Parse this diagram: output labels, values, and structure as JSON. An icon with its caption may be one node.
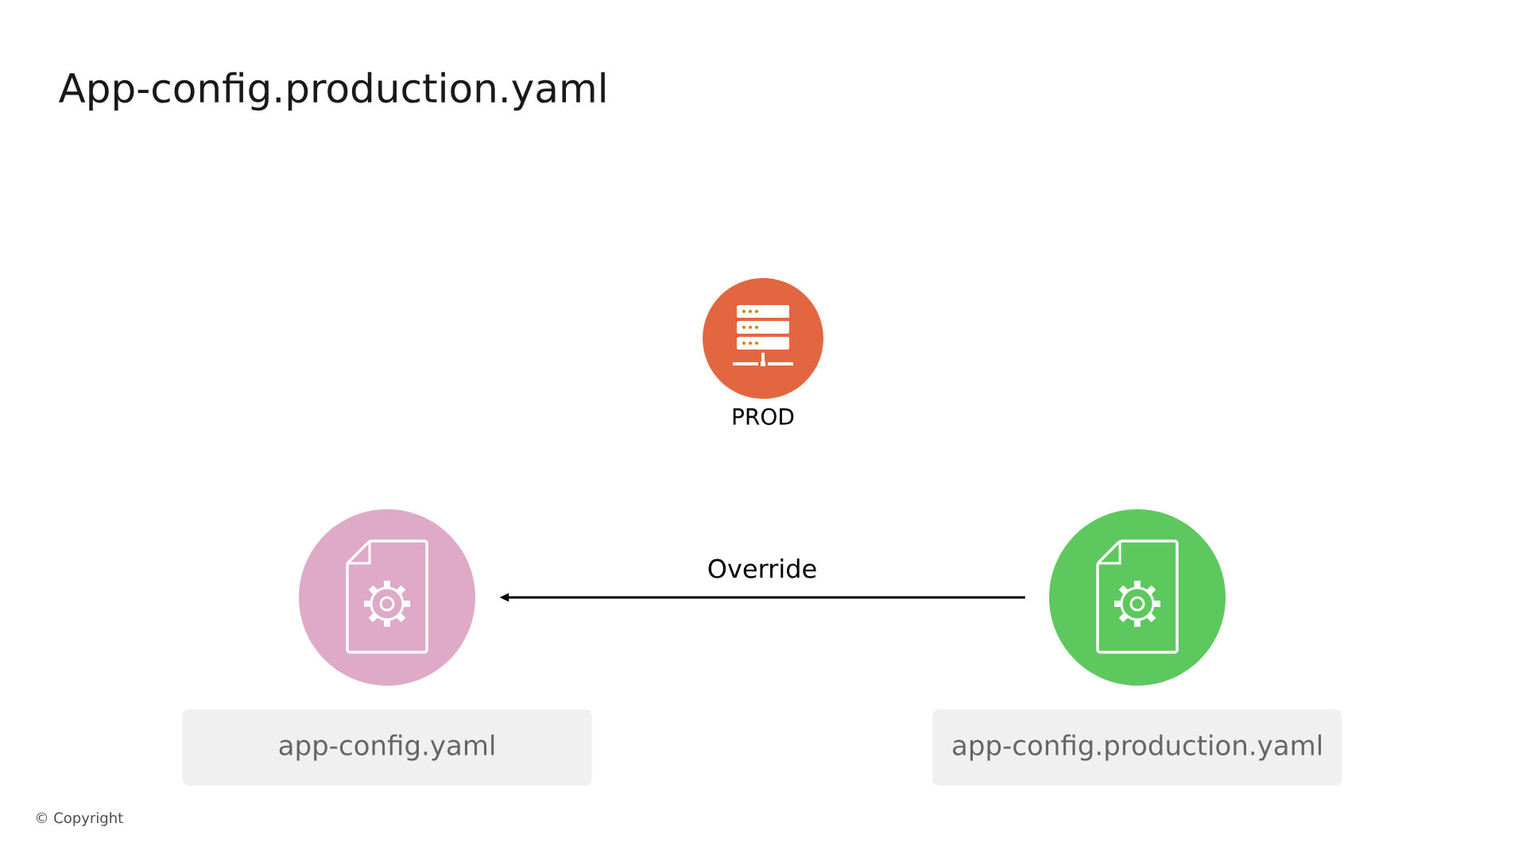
{
  "diagram": {
    "title": "App-config.production.yaml",
    "nodes": [
      {
        "text": [
          "PROD"
        ]
      },
      {
        "text": [],
        "shape": "circle"
      },
      {
        "text": [],
        "shape": "circle"
      },
      {
        "text": [
          "app-config.yaml"
        ]
      },
      {
        "text": [
          "app-config.production.yaml"
        ]
      }
    ],
    "edges": [
      {
        "from": 2,
        "to": 1,
        "arrow": "to",
        "label": "Override"
      }
    ],
    "labels": [
      "© Copyright"
    ]
  }
}
